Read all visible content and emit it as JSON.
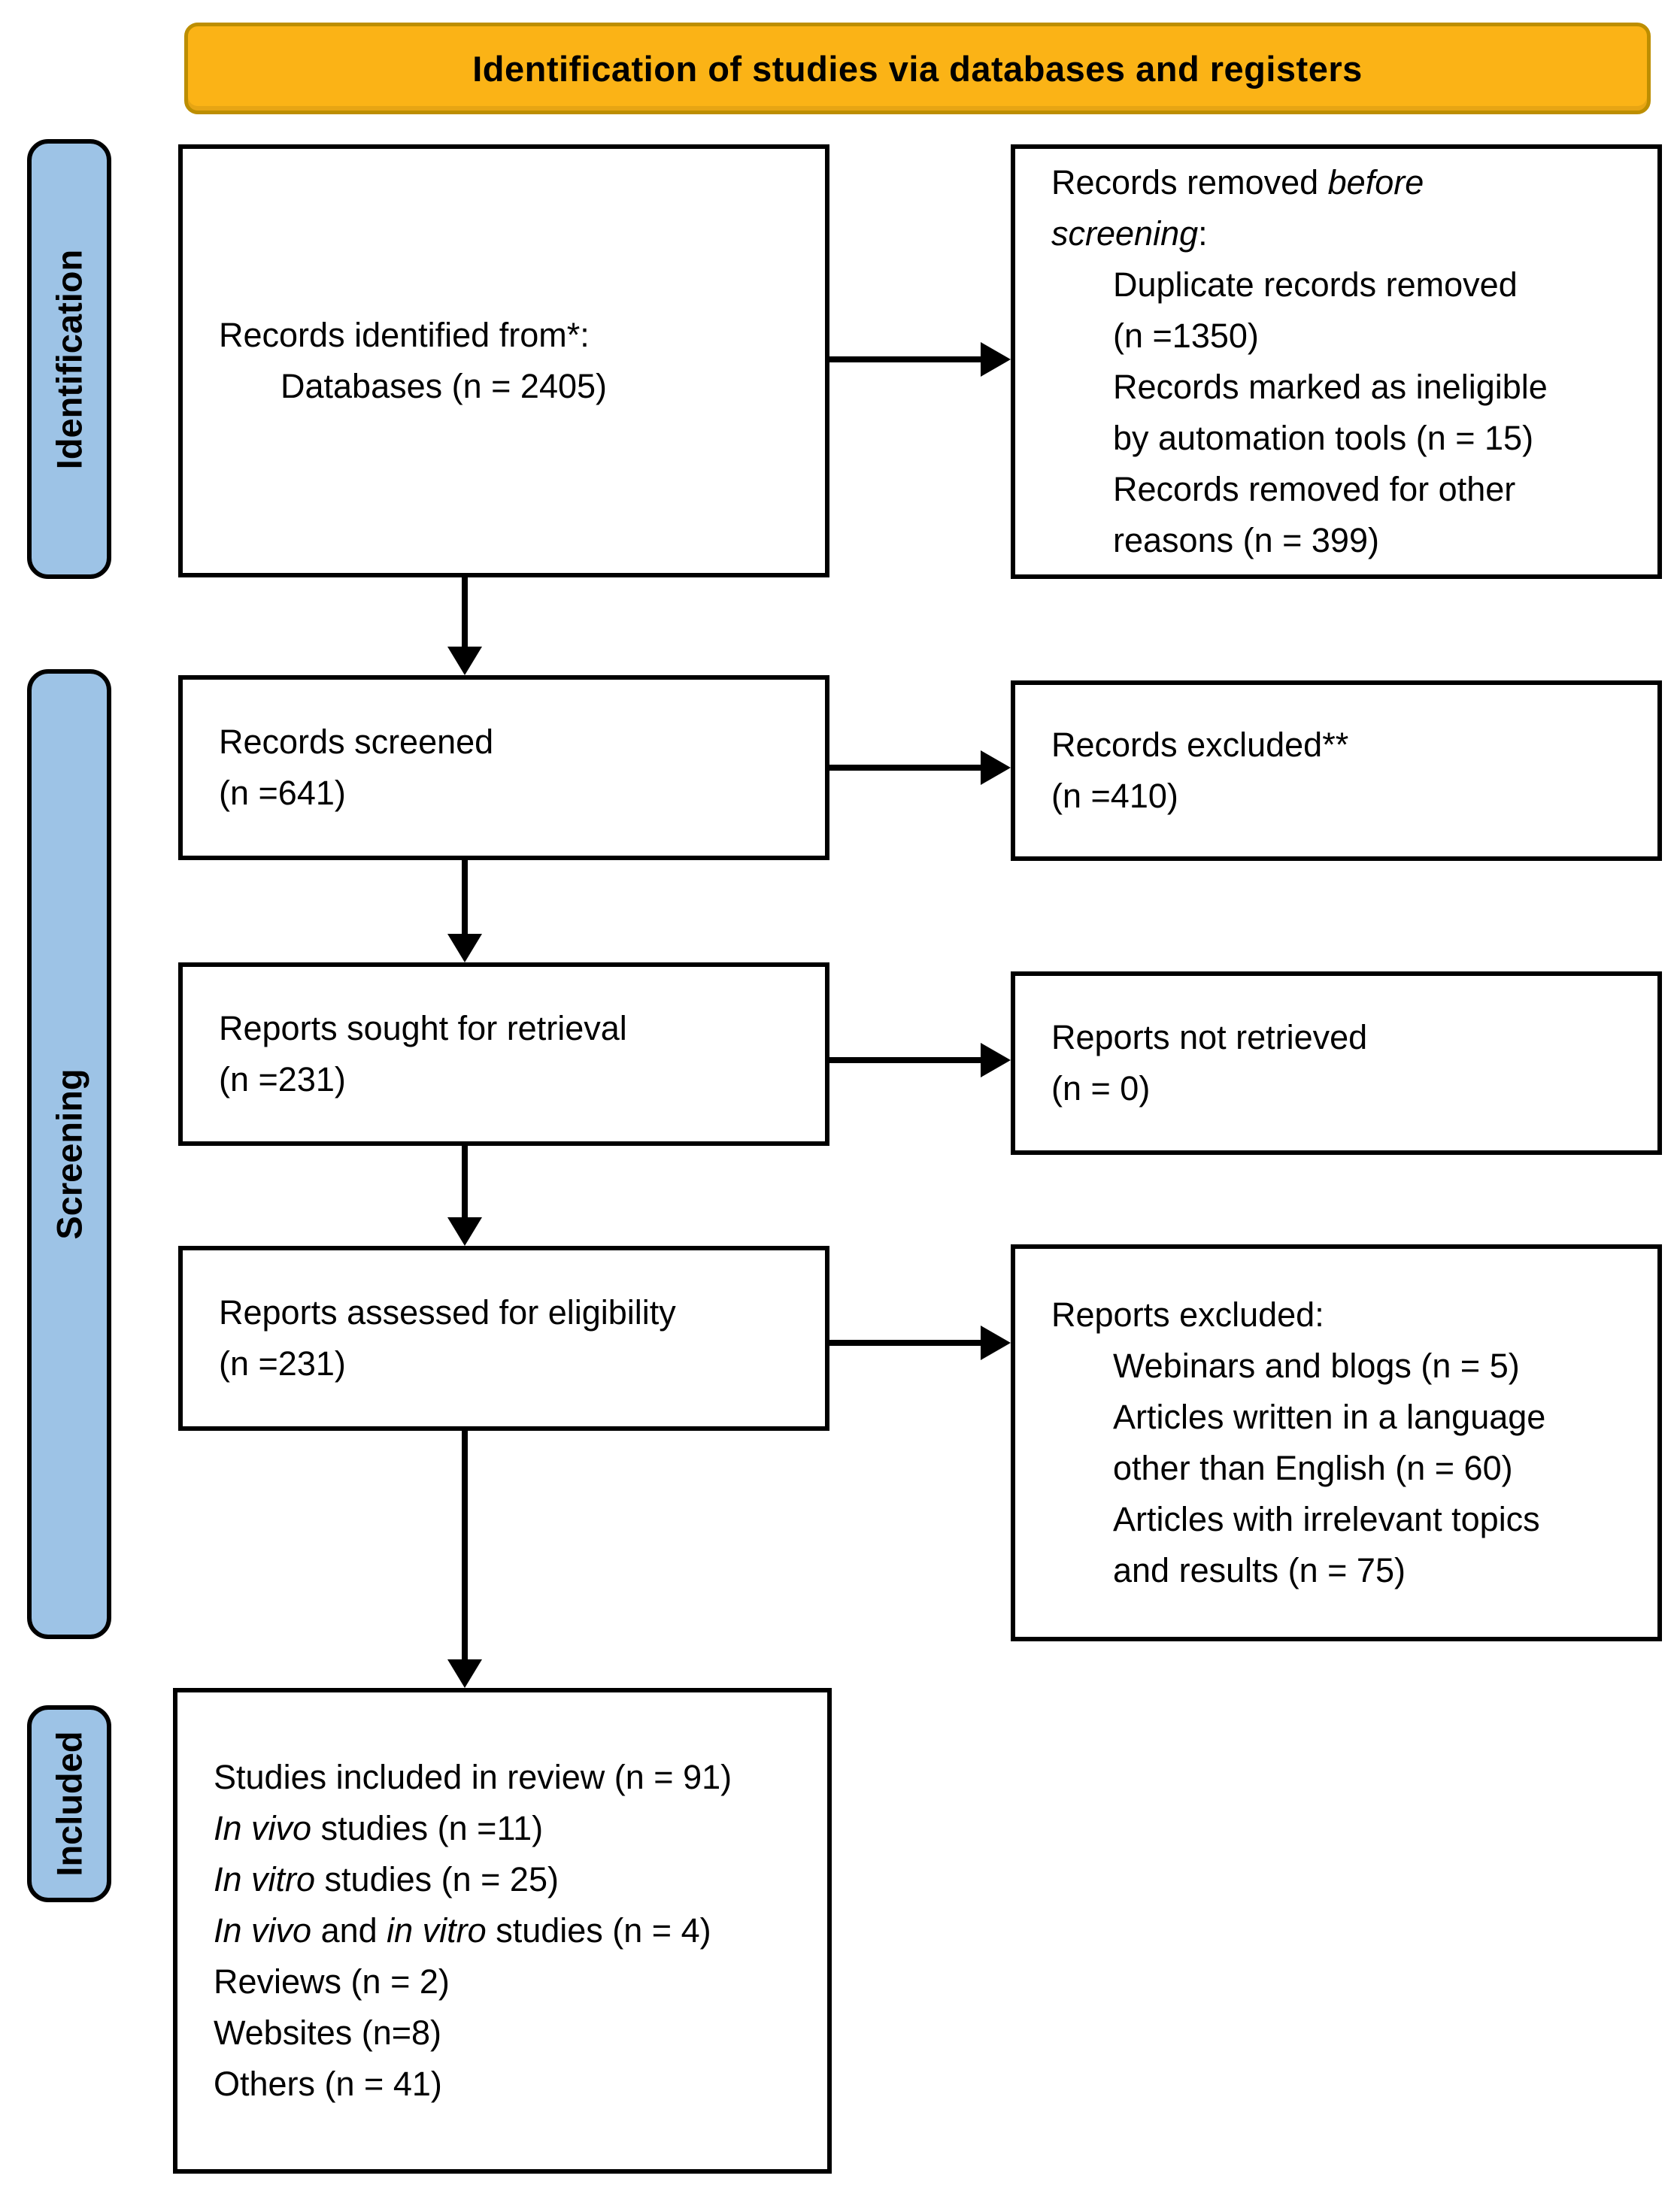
{
  "banner": {
    "title": "Identification of studies via databases and registers"
  },
  "stages": [
    {
      "label": "Identification"
    },
    {
      "label": "Screening"
    },
    {
      "label": "Included"
    }
  ],
  "boxes": {
    "records_identified": {
      "lines": [
        {
          "seg": [
            {
              "t": "Records identified from*:"
            }
          ]
        },
        {
          "indent": true,
          "seg": [
            {
              "t": "Databases (n = 2405)"
            }
          ]
        }
      ]
    },
    "records_removed": {
      "lines": [
        {
          "seg": [
            {
              "t": "Records removed "
            },
            {
              "t": "before",
              "i": true
            }
          ]
        },
        {
          "seg": [
            {
              "t": "screening",
              "i": true
            },
            {
              "t": ":"
            }
          ]
        },
        {
          "indent": true,
          "seg": [
            {
              "t": "Duplicate records removed"
            }
          ]
        },
        {
          "indent": true,
          "seg": [
            {
              "t": "(n =1350)"
            }
          ]
        },
        {
          "indent": true,
          "seg": [
            {
              "t": "Records marked as ineligible"
            }
          ]
        },
        {
          "indent": true,
          "seg": [
            {
              "t": "by automation tools (n = 15)"
            }
          ]
        },
        {
          "indent": true,
          "seg": [
            {
              "t": "Records removed for other"
            }
          ]
        },
        {
          "indent": true,
          "seg": [
            {
              "t": "reasons (n = 399)"
            }
          ]
        }
      ]
    },
    "records_screened": {
      "lines": [
        {
          "seg": [
            {
              "t": "Records screened"
            }
          ]
        },
        {
          "seg": [
            {
              "t": "(n =641)"
            }
          ]
        }
      ]
    },
    "records_excluded": {
      "lines": [
        {
          "seg": [
            {
              "t": "Records excluded**"
            }
          ]
        },
        {
          "seg": [
            {
              "t": "(n =410)"
            }
          ]
        }
      ]
    },
    "reports_sought": {
      "lines": [
        {
          "seg": [
            {
              "t": "Reports sought for retrieval"
            }
          ]
        },
        {
          "seg": [
            {
              "t": "(n =231)"
            }
          ]
        }
      ]
    },
    "reports_not_retrieved": {
      "lines": [
        {
          "seg": [
            {
              "t": "Reports not retrieved"
            }
          ]
        },
        {
          "seg": [
            {
              "t": "(n = 0)"
            }
          ]
        }
      ]
    },
    "reports_assessed": {
      "lines": [
        {
          "seg": [
            {
              "t": "Reports assessed for eligibility"
            }
          ]
        },
        {
          "seg": [
            {
              "t": "(n =231)"
            }
          ]
        }
      ]
    },
    "reports_excluded": {
      "lines": [
        {
          "seg": [
            {
              "t": "Reports excluded:"
            }
          ]
        },
        {
          "indent": true,
          "seg": [
            {
              "t": "Webinars and blogs (n = 5)"
            }
          ]
        },
        {
          "indent": true,
          "seg": [
            {
              "t": "Articles written in a language"
            }
          ]
        },
        {
          "indent": true,
          "seg": [
            {
              "t": "other than English (n = 60)"
            }
          ]
        },
        {
          "indent": true,
          "seg": [
            {
              "t": "Articles with irrelevant topics"
            }
          ]
        },
        {
          "indent": true,
          "seg": [
            {
              "t": "and results (n = 75)"
            }
          ]
        }
      ]
    },
    "studies_included": {
      "lines": [
        {
          "seg": [
            {
              "t": "Studies included in review (n = 91)"
            }
          ]
        },
        {
          "seg": [
            {
              "t": "In vivo",
              "i": true
            },
            {
              "t": " studies (n =11)"
            }
          ]
        },
        {
          "seg": [
            {
              "t": "In vitro",
              "i": true
            },
            {
              "t": " studies (n = 25)"
            }
          ]
        },
        {
          "seg": [
            {
              "t": "In vivo",
              "i": true
            },
            {
              "t": " and "
            },
            {
              "t": "in vitro",
              "i": true
            },
            {
              "t": " studies (n = 4)"
            }
          ]
        },
        {
          "seg": [
            {
              "t": "Reviews (n = 2)"
            }
          ]
        },
        {
          "seg": [
            {
              "t": "Websites (n=8)"
            }
          ]
        },
        {
          "seg": [
            {
              "t": "Others (n = 41)"
            }
          ]
        }
      ]
    }
  },
  "connections": [
    {
      "from": "records_identified",
      "to": "records_removed",
      "direction": "right"
    },
    {
      "from": "records_identified",
      "to": "records_screened",
      "direction": "down"
    },
    {
      "from": "records_screened",
      "to": "records_excluded",
      "direction": "right"
    },
    {
      "from": "records_screened",
      "to": "reports_sought",
      "direction": "down"
    },
    {
      "from": "reports_sought",
      "to": "reports_not_retrieved",
      "direction": "right"
    },
    {
      "from": "reports_sought",
      "to": "reports_assessed",
      "direction": "down"
    },
    {
      "from": "reports_assessed",
      "to": "reports_excluded",
      "direction": "right"
    },
    {
      "from": "reports_assessed",
      "to": "studies_included",
      "direction": "down"
    }
  ],
  "colors": {
    "banner_fill": "#FBB316",
    "banner_border": "#BD8E00",
    "stage_fill": "#9DC3E6",
    "box_bg": "#FFFFFF",
    "ink": "#000000"
  }
}
